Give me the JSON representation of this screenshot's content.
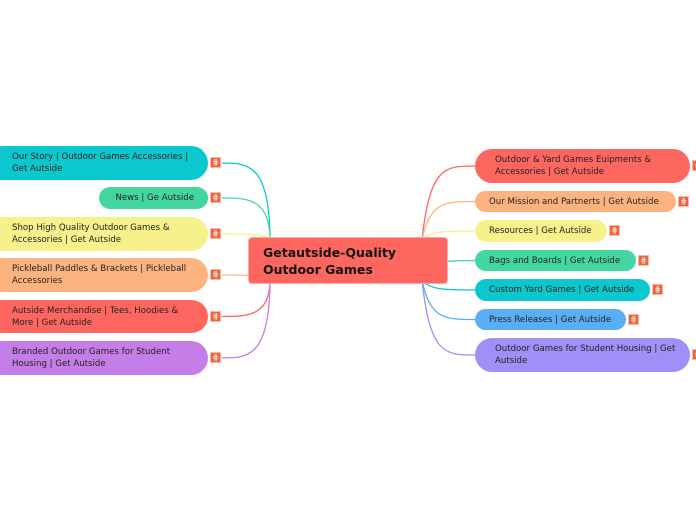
{
  "center": {
    "title": "Getautside-Quality Outdoor Games",
    "color": "#fe6660"
  },
  "left": [
    {
      "label": "Our Story | Outdoor Games Accessories | Get Autside",
      "color": "#0bc8cf"
    },
    {
      "label": "News | Ge Autside",
      "color": "#43d6a1"
    },
    {
      "label": "Shop High Quality Outdoor Games & Accessories | Get Autside",
      "color": "#f6f18a"
    },
    {
      "label": "Pickleball Paddles & Brackets | Pickleball Accessories",
      "color": "#fdb37f"
    },
    {
      "label": "Autside Merchandise | Tees, Hoodies & More | Get Autside",
      "color": "#fe6660"
    },
    {
      "label": "Branded Outdoor Games for Student Housing | Get Autside",
      "color": "#c57de8"
    }
  ],
  "right": [
    {
      "label": "Outdoor & Yard Games Euipments & Accessories | Get Autside",
      "color": "#fe6660"
    },
    {
      "label": "Our Mission and Partnerts | Get Autside",
      "color": "#fdb37f"
    },
    {
      "label": "Resources | Get Autside",
      "color": "#f6f18a"
    },
    {
      "label": "Bags and Boards | Get Autside",
      "color": "#43d6a1"
    },
    {
      "label": "Custom Yard Games | Get Autside",
      "color": "#0bc8cf"
    },
    {
      "label": "Press Releases | Get Autside",
      "color": "#5aaef5"
    },
    {
      "label": "Outdoor Games for Student Housing | Get Autside",
      "color": "#9f8ff7"
    }
  ],
  "icons": {
    "link": "hyperlink-icon"
  }
}
